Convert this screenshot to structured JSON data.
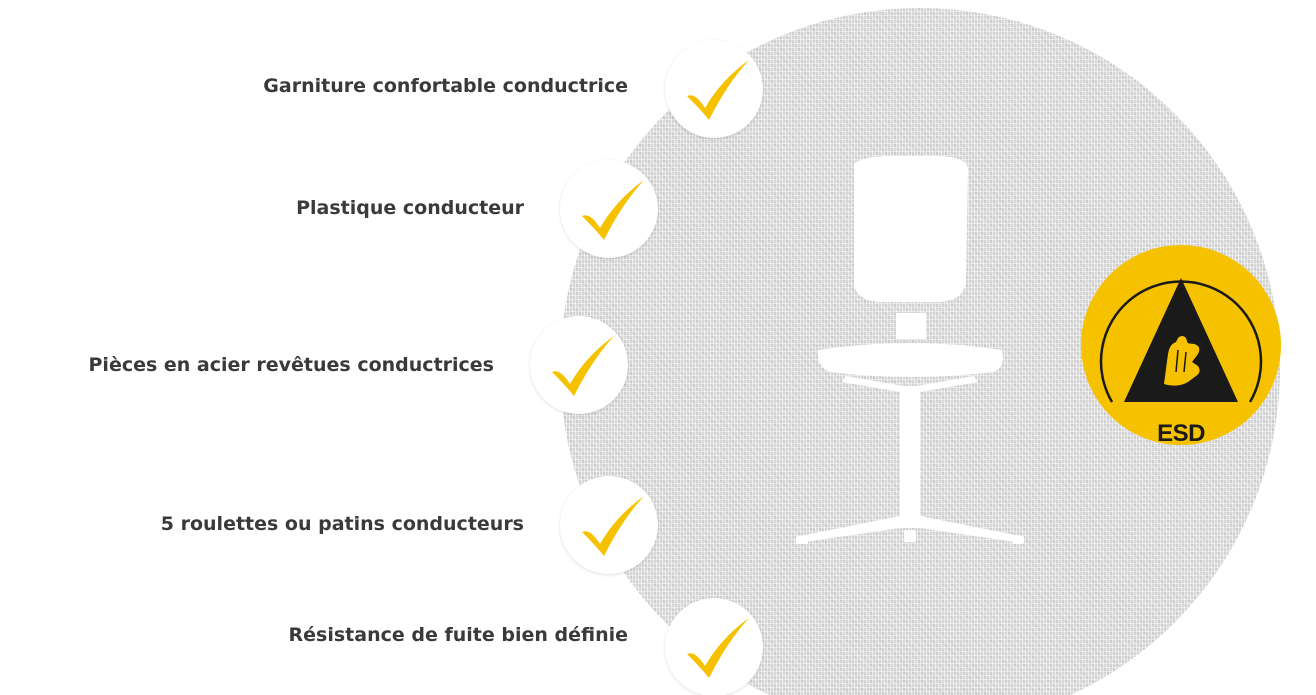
{
  "features": [
    {
      "id": "garniture",
      "label": "Garniture confortable conductrice"
    },
    {
      "id": "plastique",
      "label": "Plastique conducteur"
    },
    {
      "id": "acier",
      "label": "Pièces en acier revêtues conductrices"
    },
    {
      "id": "roulettes",
      "label": "5 roulettes ou patins conducteurs"
    },
    {
      "id": "resistance",
      "label": "Résistance de fuite bien définie"
    }
  ],
  "badge": {
    "text": "ESD"
  },
  "colors": {
    "check": "#f6c200",
    "badge": "#f6c200",
    "text": "#3a3a3a",
    "background_circle": "#d6d6d6"
  },
  "icons": {
    "check": "checkmark-icon",
    "chair": "office-chair-icon",
    "badge": "esd-warning-icon"
  }
}
